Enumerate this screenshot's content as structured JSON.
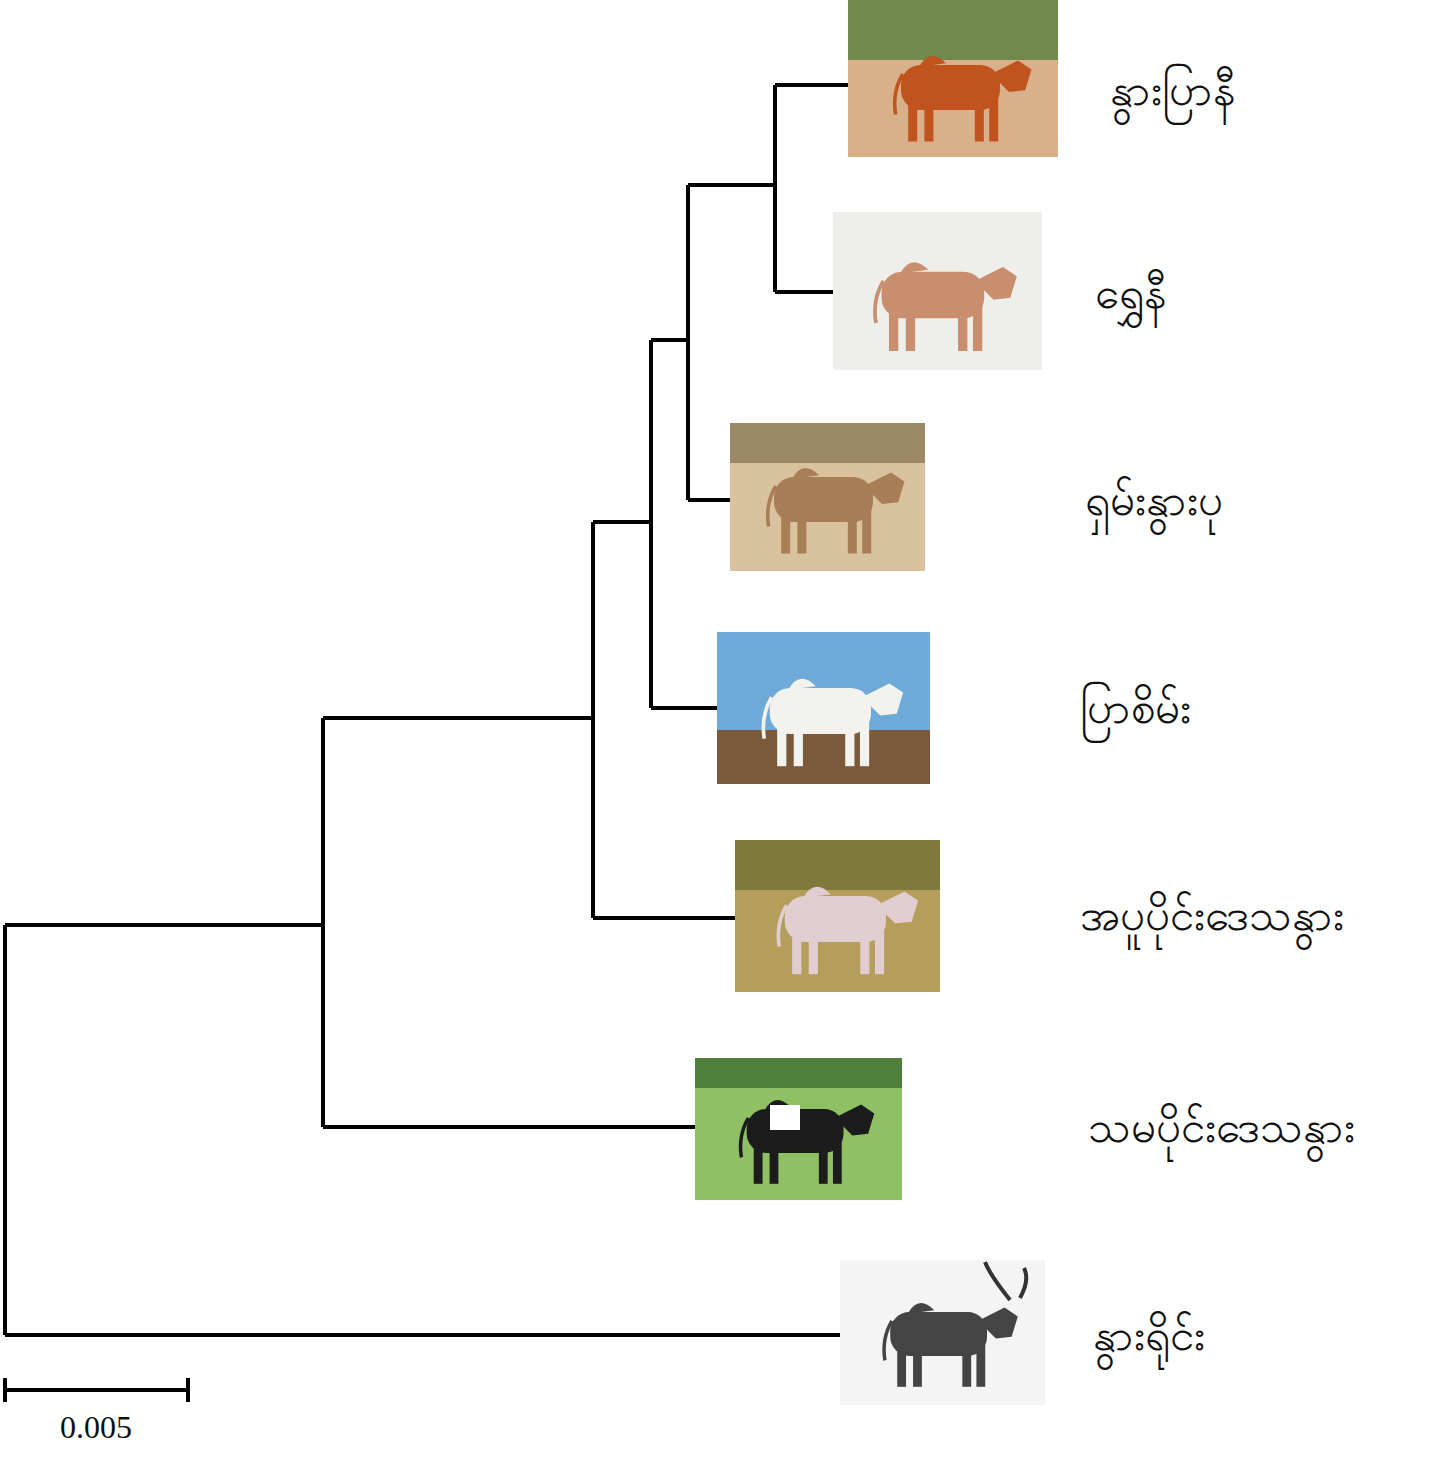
{
  "diagram": {
    "labels": [
      "နွားပြာနီ",
      "ရွှေနီ",
      "ရှမ်းနွားပု",
      "ပြာစိမ်း",
      "အပူပိုင်းဒေသနွား",
      "သမပိုင်းဒေသနွား",
      "နွားရိုင်း",
      "0.005"
    ]
  }
}
